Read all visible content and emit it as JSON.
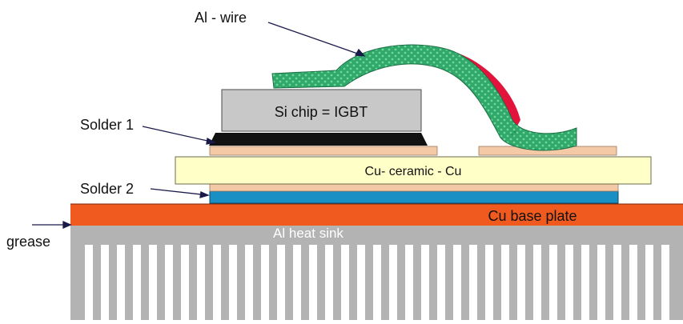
{
  "labels": {
    "al_wire": "Al - wire",
    "si_chip": "Si chip = IGBT",
    "solder1": "Solder 1",
    "solder2": "Solder 2",
    "cu_ceramic": "Cu- ceramic - Cu",
    "cu_base_plate": "Cu base plate",
    "grease": "grease",
    "heat_sink": "Al heat sink"
  },
  "colors": {
    "wire_green": "#2fa86a",
    "wire_heel_red": "#e3143c",
    "chip_gray": "#c8c8c8",
    "solder_black": "#111111",
    "copper_pad": "#f4c9a6",
    "ceramic_yellow": "#ffffc8",
    "solder2_blue": "#1a8fc4",
    "base_plate_orange": "#f05a1e",
    "heat_sink_gray": "#b3b3b3"
  }
}
